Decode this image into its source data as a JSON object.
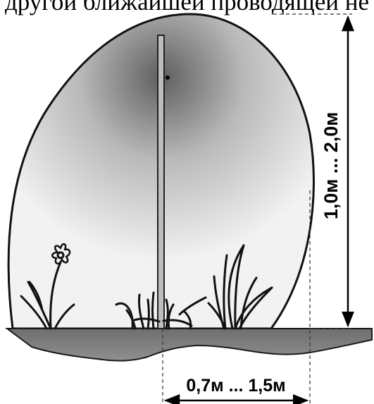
{
  "caption": "другой ближайшей проводящей не",
  "height_range_label": "1,0м ... 2,0м",
  "width_range_label": "0,7м ... 1,5м"
}
